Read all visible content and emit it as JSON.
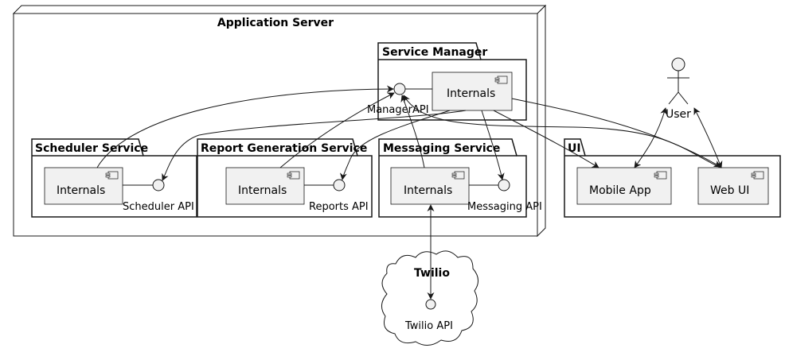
{
  "node": {
    "title": "Application Server"
  },
  "packages": {
    "service_manager": {
      "title": "Service Manager",
      "internals": "Internals",
      "api": "ManagerAPI"
    },
    "scheduler": {
      "title": "Scheduler Service",
      "internals": "Internals",
      "api": "Scheduler API"
    },
    "report": {
      "title": "Report Generation Service",
      "internals": "Internals",
      "api": "Reports API"
    },
    "messaging": {
      "title": "Messaging Service",
      "internals": "Internals",
      "api": "Messaging API"
    },
    "ui": {
      "title": "UI",
      "mobile": "Mobile App",
      "web": "Web UI"
    }
  },
  "actor": {
    "label": "User"
  },
  "cloud": {
    "title": "Twilio",
    "api": "Twilio API"
  },
  "colors": {
    "component_fill": "#f1f1f1",
    "line": "#181818",
    "background": "#ffffff"
  }
}
